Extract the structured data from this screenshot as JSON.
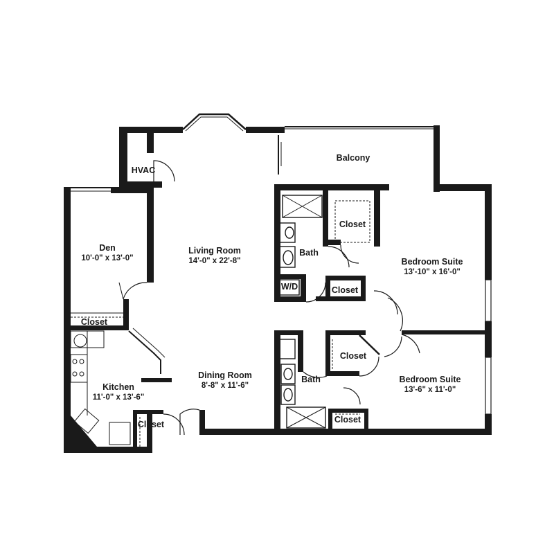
{
  "rooms": {
    "balcony": {
      "name": "Balcony"
    },
    "hvac": {
      "name": "HVAC"
    },
    "den": {
      "name": "Den",
      "size": "10'-0\" x 13'-0\""
    },
    "living_room": {
      "name": "Living Room",
      "size": "14'-0\" x 22'-8\""
    },
    "bath_1": {
      "name": "Bath"
    },
    "closet_master": {
      "name": "Closet"
    },
    "bedroom_suite_1": {
      "name": "Bedroom Suite",
      "size": "13'-10\" x 16'-0\""
    },
    "washer_dryer": {
      "name": "W/D"
    },
    "closet_hall": {
      "name": "Closet"
    },
    "closet_den": {
      "name": "Closet"
    },
    "closet_bedroom_2": {
      "name": "Closet"
    },
    "dining_room": {
      "name": "Dining Room",
      "size": "8'-8\" x 11'-6\""
    },
    "kitchen": {
      "name": "Kitchen",
      "size": "11'-0\" x 13'-6\""
    },
    "bath_2": {
      "name": "Bath"
    },
    "bedroom_suite_2": {
      "name": "Bedroom Suite",
      "size": "13'-6\" x 11'-0\""
    },
    "closet_bath_2": {
      "name": "Closet"
    },
    "closet_kitchen": {
      "name": "Closet"
    }
  },
  "colors": {
    "wall": "#1a1a1a",
    "background": "#ffffff"
  }
}
